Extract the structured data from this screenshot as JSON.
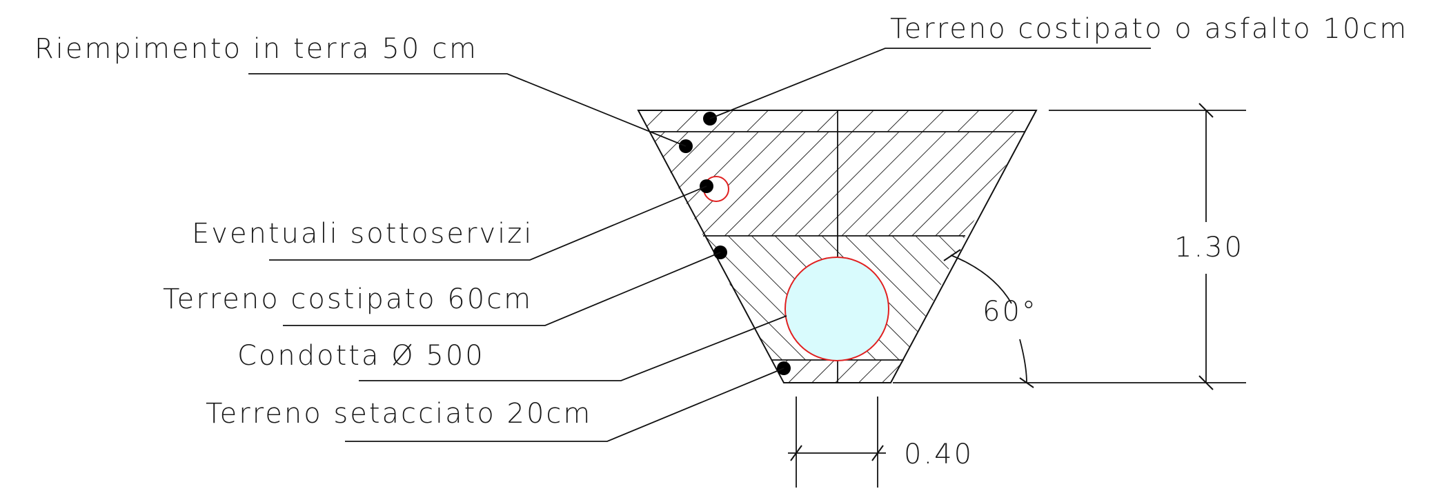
{
  "labels": {
    "riempimento": "Riempimento in terra 50 cm",
    "terreno_top": "Terreno costipato o asfalto 10cm",
    "sottoservizi": "Eventuali sottoservizi",
    "terreno_60": "Terreno costipato 60cm",
    "condotta": "Condotta Ø 500",
    "setacciato": "Terreno setacciato 20cm"
  },
  "dimensions": {
    "height": "1.30",
    "bottom_width": "0.40",
    "angle": "60°"
  },
  "colors": {
    "pipe_fill": "#d9fbfd",
    "pipe_stroke": "#e02020",
    "ink": "#111111"
  }
}
